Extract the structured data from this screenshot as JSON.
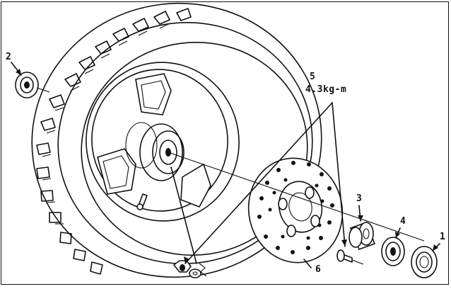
{
  "figure": {
    "callouts": {
      "c1": "1",
      "c2": "2",
      "c3": "3",
      "c4": "4",
      "c5": "5",
      "c6": "6"
    },
    "torque_spec": "4.3kg-m"
  },
  "icons": {
    "wheel": "rear-wheel-tire-drawing",
    "disc": "brake-disc-drawing",
    "bearing": "bearing-drawing",
    "bolt": "disc-bolt-drawing",
    "collar": "collar-drawing",
    "nut": "axle-nut-drawing"
  },
  "colors": {
    "ink": "#111111",
    "paper": "#ffffff"
  }
}
